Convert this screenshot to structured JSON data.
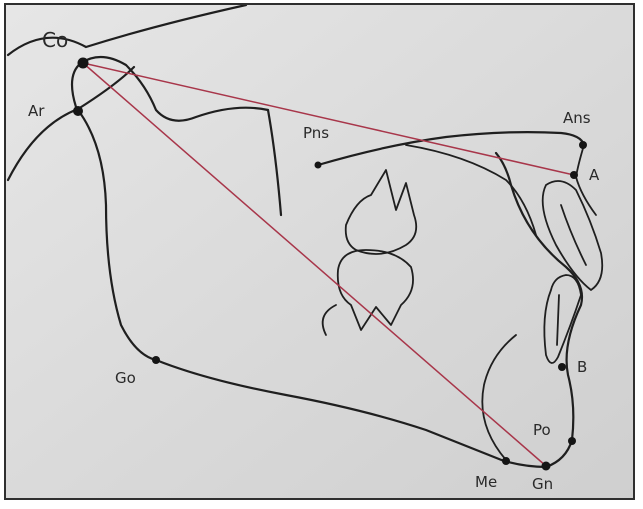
{
  "diagram": {
    "colors": {
      "background": "#dcdcdc",
      "tracing": "#1f1f1f",
      "measurement_line": "#a8364a",
      "landmark": "#151515"
    },
    "landmarks": {
      "co": {
        "label": "Co"
      },
      "ar": {
        "label": "Ar"
      },
      "pns": {
        "label": "Pns"
      },
      "ans": {
        "label": "Ans"
      },
      "a": {
        "label": "A"
      },
      "b": {
        "label": "B"
      },
      "go": {
        "label": "Go"
      },
      "po": {
        "label": "Po"
      },
      "me": {
        "label": "Me"
      },
      "gn": {
        "label": "Gn"
      }
    },
    "measurement_lines": [
      {
        "from": "Co",
        "to": "A"
      },
      {
        "from": "Co",
        "to": "Gn"
      }
    ]
  }
}
